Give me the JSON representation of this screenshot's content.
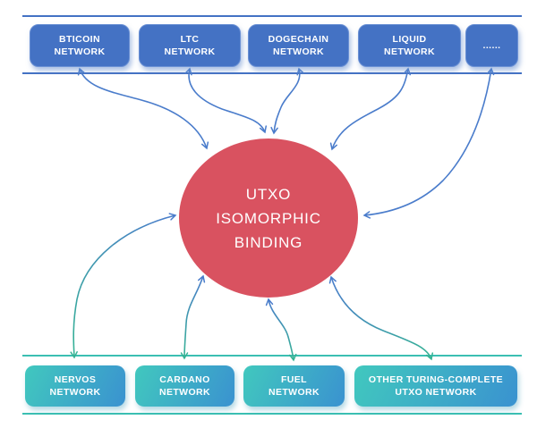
{
  "colors": {
    "top_box_blue": "#4472c4",
    "top_band_line_blue": "#4472c4",
    "arrow_blue": "#4a7ccb",
    "arrow_green": "#35b394",
    "bottom_band_line_teal": "#3bbfb2",
    "bottom_box_gradient_start": "#41c8be",
    "bottom_box_gradient_end": "#3a92d0",
    "circle_red": "#d95260",
    "label_text": "#ffffff"
  },
  "top_band": {
    "boxes": [
      {
        "line1": "BTICOIN",
        "line2": "NETWORK"
      },
      {
        "line1": "LTC",
        "line2": "NETWORK"
      },
      {
        "line1": "DOGECHAIN",
        "line2": "NETWORK"
      },
      {
        "line1": "LIQUID",
        "line2": "NETWORK"
      },
      {
        "line1": "......",
        "line2": ""
      }
    ]
  },
  "center": {
    "line1": "UTXO",
    "line2": "ISOMORPHIC",
    "line3": "BINDING"
  },
  "bottom_band": {
    "boxes": [
      {
        "line1": "NERVOS",
        "line2": "NETWORK"
      },
      {
        "line1": "CARDANO",
        "line2": "NETWORK"
      },
      {
        "line1": "FUEL",
        "line2": "NETWORK"
      },
      {
        "line1": "OTHER TURING-COMPLETE",
        "line2": "UTXO NETWORK"
      }
    ]
  }
}
